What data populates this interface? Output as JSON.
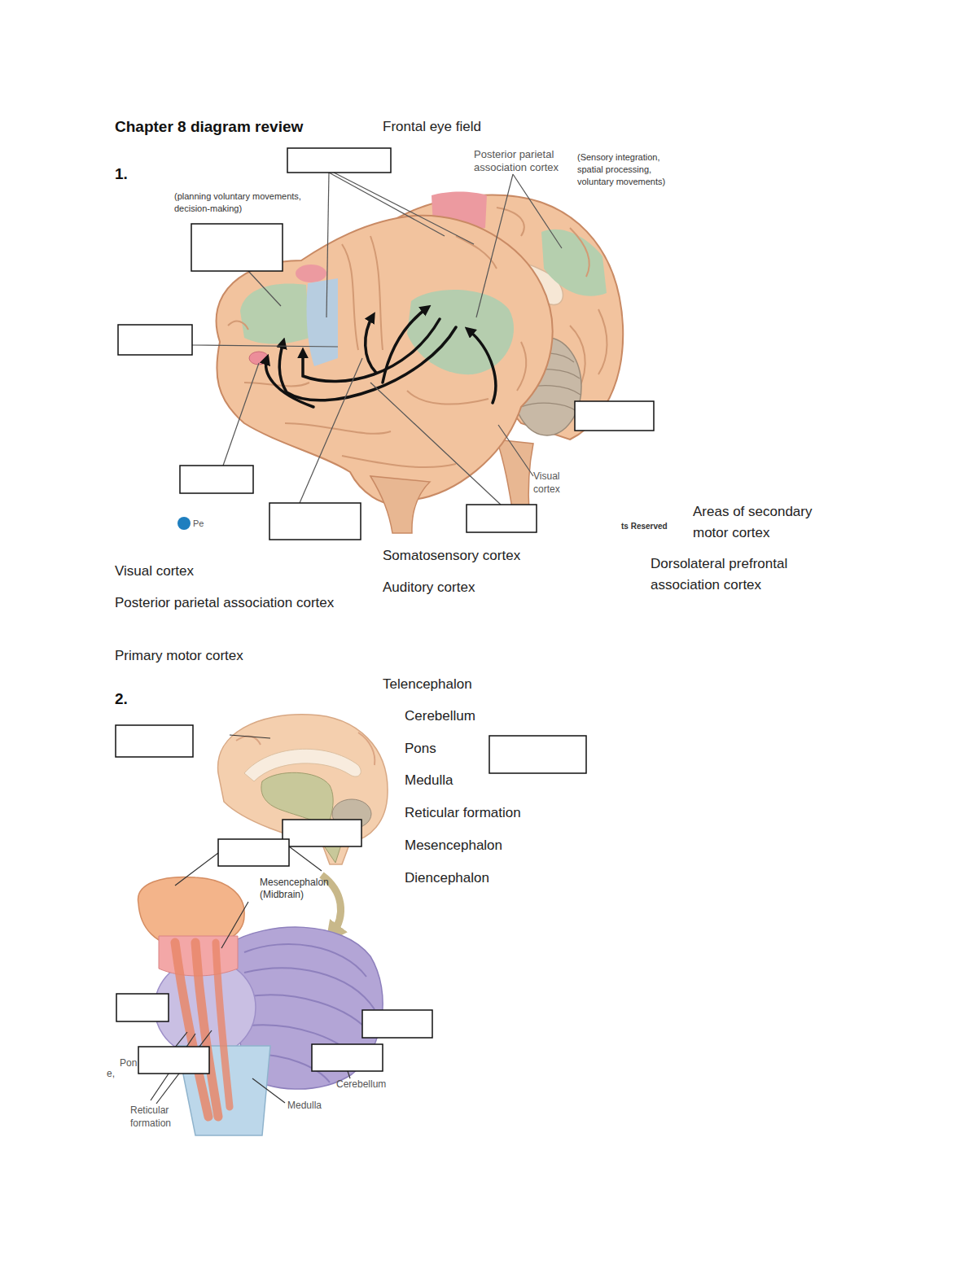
{
  "diagram": {
    "title": "Chapter 8 diagram review",
    "labels": [
      "1.",
      "Frontal eye field",
      "Posterior parietal association cortex",
      "(Sensory integration, spatial processing, voluntary movements)",
      "(planning voluntary movements, decision-making)",
      "Visual cortex",
      "Pe",
      "ts Reserved",
      "Areas of secondary motor cortex",
      "Somatosensory cortex",
      "Visual cortex",
      "Dorsolateral prefrontal association cortex",
      "Auditory cortex",
      "Posterior parietal association cortex",
      "Primary motor cortex",
      "Telencephalon",
      "2.",
      "Cerebellum",
      "Pons",
      "Medulla",
      "Reticular formation",
      "Mesencephalon",
      "Diencephalon",
      "Mesencephalon (Midbrain)",
      "Pon",
      "e,",
      "Reticular formation",
      "Medulla",
      "Cerebellum"
    ]
  }
}
